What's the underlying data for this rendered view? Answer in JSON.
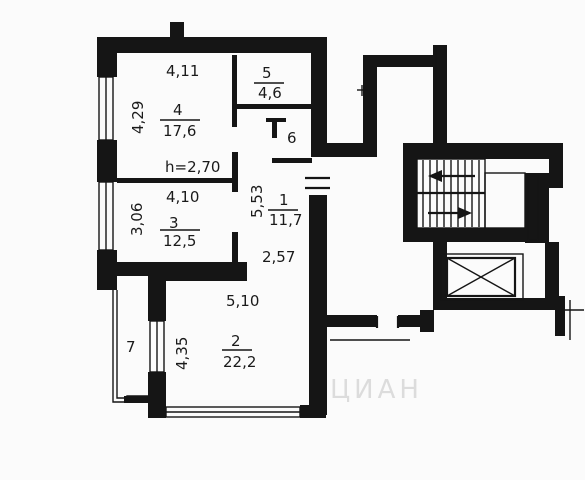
{
  "plan": {
    "ceiling_height": "h=2,70",
    "rooms": [
      {
        "number": "1",
        "area": "11,7"
      },
      {
        "number": "2",
        "area": "22,2"
      },
      {
        "number": "3",
        "area": "12,5"
      },
      {
        "number": "4",
        "area": "17,6"
      },
      {
        "number": "5",
        "area": "4,6"
      },
      {
        "number": "6"
      },
      {
        "number": "7"
      }
    ],
    "dimensions": {
      "room4_width": "4,11",
      "room4_depth": "4,29",
      "room3_width": "4,10",
      "room3_depth": "3,06",
      "corridor_length": "5,53",
      "corridor_width": "2,57",
      "room2_width": "5,10",
      "room2_depth": "4,35"
    },
    "watermark": "ЦИАН"
  }
}
